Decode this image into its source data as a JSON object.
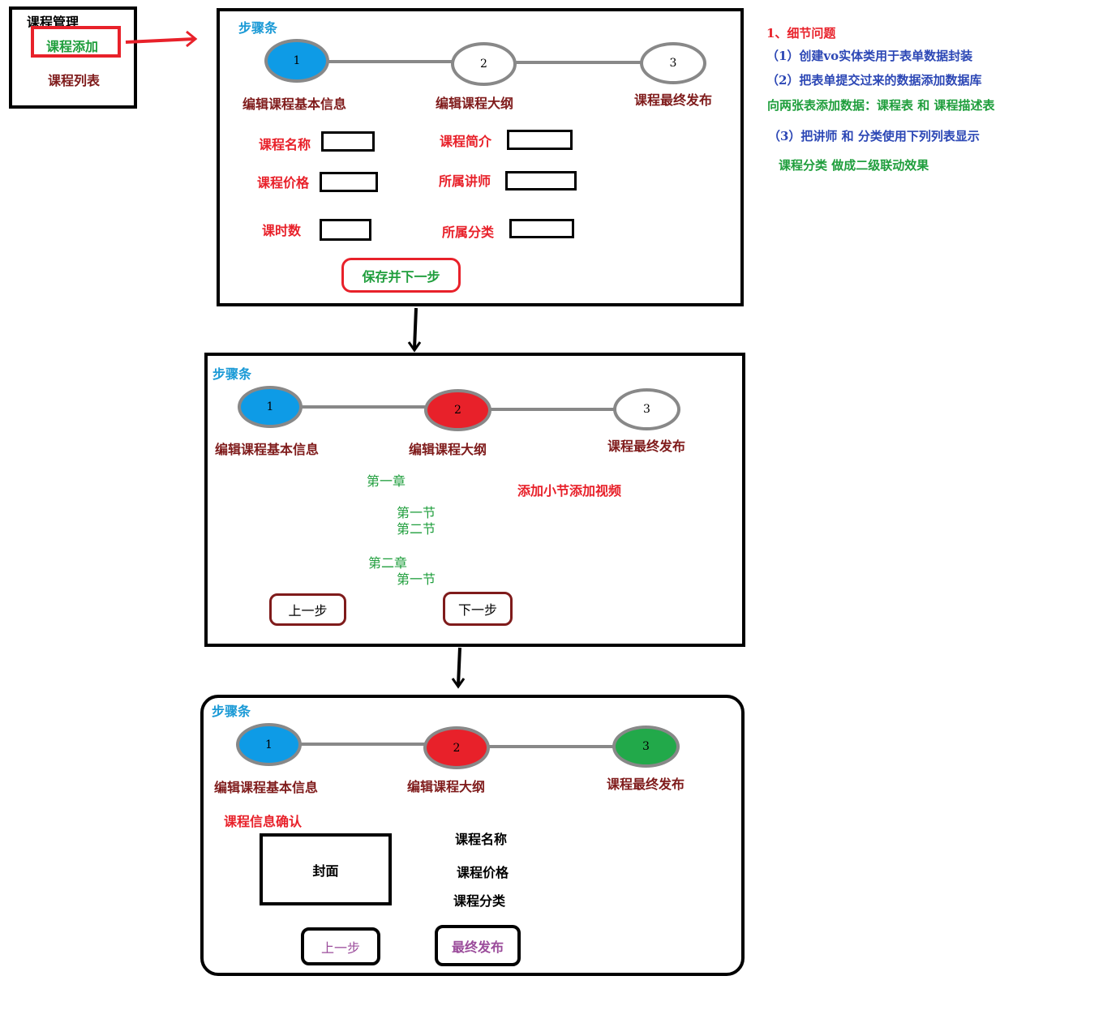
{
  "sidebar": {
    "title": "课程管理",
    "items": [
      {
        "label": "课程添加"
      },
      {
        "label": "课程列表"
      }
    ]
  },
  "colors": {
    "step_done": "#0e9be6",
    "step_current": "#e8212a",
    "step_final": "#22a94a",
    "step_todo": "#ffffff",
    "connector": "#888888",
    "highlight_red": "#e8212a",
    "dark_red": "#7f1b1b"
  },
  "panel1": {
    "title": "步骤条",
    "steps": [
      {
        "num": "1",
        "label": "编辑课程基本信息"
      },
      {
        "num": "2",
        "label": "编辑课程大纲"
      },
      {
        "num": "3",
        "label": "课程最终发布"
      }
    ],
    "fields": {
      "name": "课程名称",
      "intro": "课程简介",
      "price": "课程价格",
      "teacher": "所属讲师",
      "hours": "课时数",
      "category": "所属分类"
    },
    "save_button": "保存并下一步"
  },
  "panel2": {
    "title": "步骤条",
    "steps": [
      {
        "num": "1",
        "label": "编辑课程基本信息"
      },
      {
        "num": "2",
        "label": "编辑课程大纲"
      },
      {
        "num": "3",
        "label": "课程最终发布"
      }
    ],
    "chapters": [
      {
        "title": "第一章",
        "sections": [
          "第一节",
          "第二节"
        ]
      },
      {
        "title": "第二章",
        "sections": [
          "第一节"
        ]
      }
    ],
    "add_note": "添加小节添加视频",
    "prev_button": "上一步",
    "next_button": "下一步"
  },
  "panel3": {
    "title": "步骤条",
    "steps": [
      {
        "num": "1",
        "label": "编辑课程基本信息"
      },
      {
        "num": "2",
        "label": "编辑课程大纲"
      },
      {
        "num": "3",
        "label": "课程最终发布"
      }
    ],
    "confirm_title": "课程信息确认",
    "cover_label": "封面",
    "info": [
      "课程名称",
      "课程价格",
      "课程分类"
    ],
    "prev_button": "上一步",
    "publish_button": "最终发布"
  },
  "notes": {
    "heading": "1、细节问题",
    "line1": "（1）创建vo实体类用于表单数据封装",
    "line2": "（2）把表单提交过来的数据添加数据库",
    "line3": "向两张表添加数据：课程表 和 课程描述表",
    "line4": "（3）把讲师 和 分类使用下列列表显示",
    "line5": "课程分类 做成二级联动效果"
  }
}
